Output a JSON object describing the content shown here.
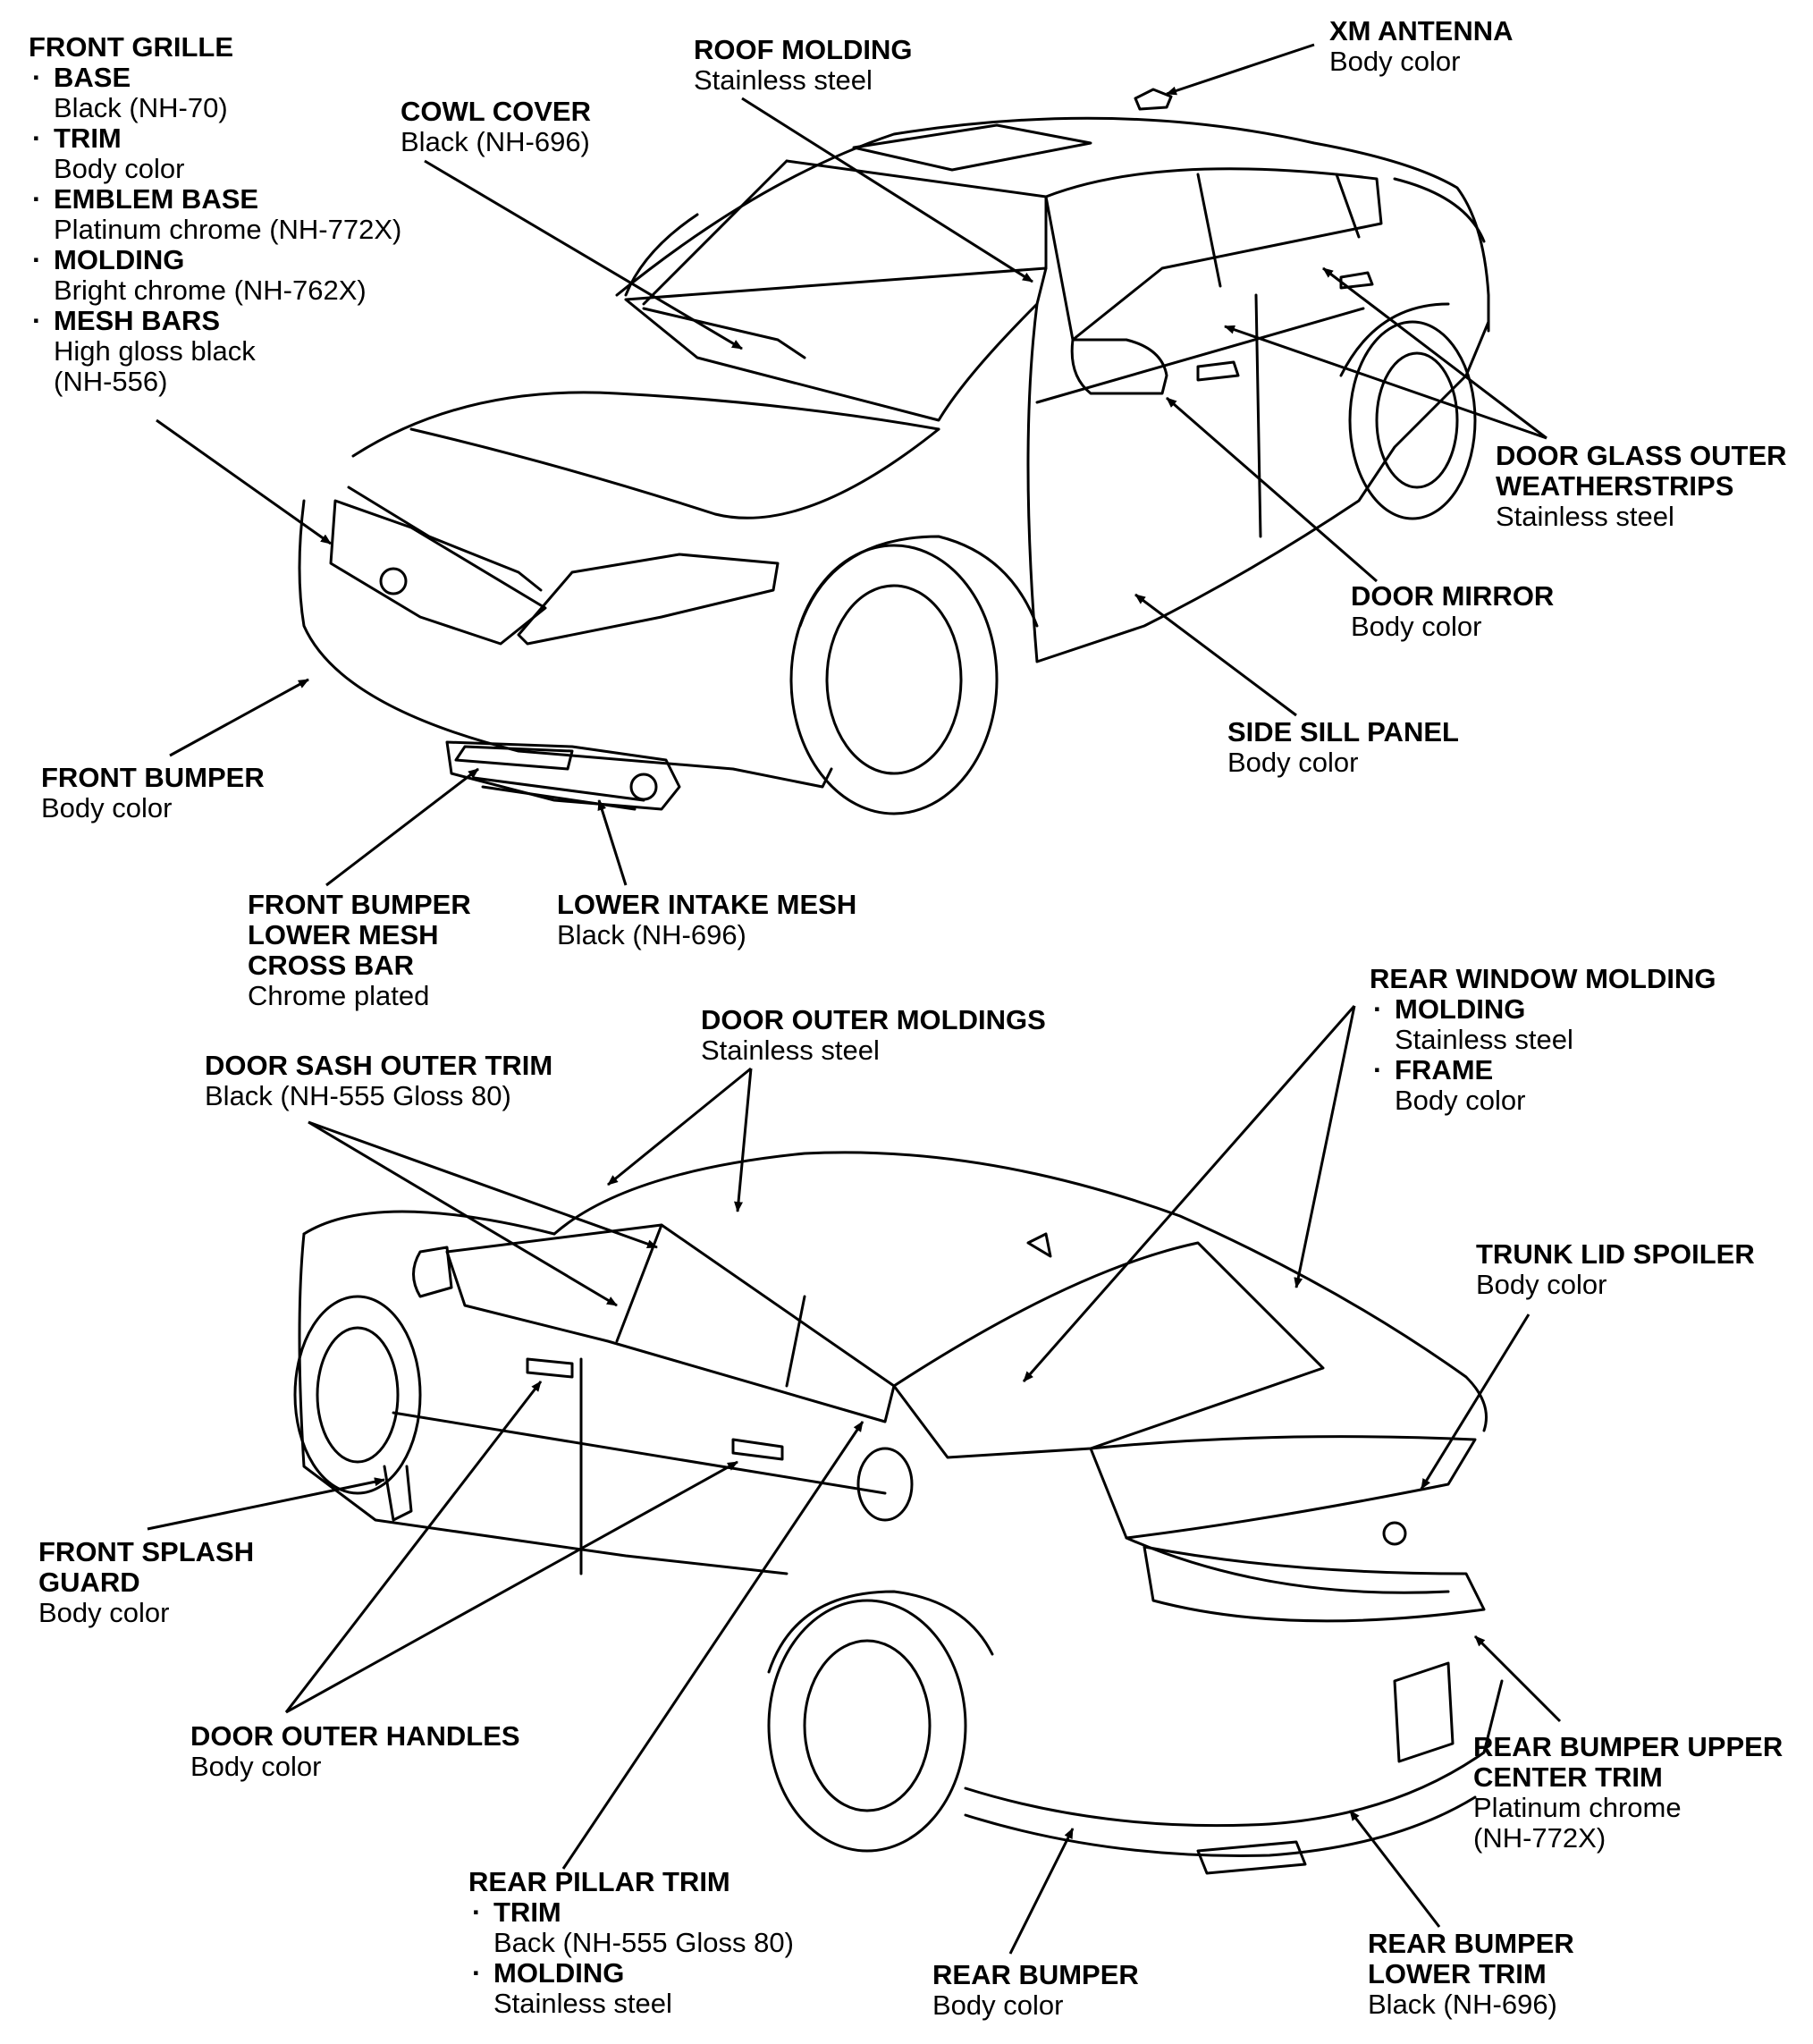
{
  "labels": {
    "front_grille": {
      "title": "FRONT GRILLE",
      "items": [
        {
          "name": "BASE",
          "desc": "Black (NH-70)"
        },
        {
          "name": "TRIM",
          "desc": "Body color"
        },
        {
          "name": "EMBLEM BASE",
          "desc": "Platinum chrome (NH-772X)"
        },
        {
          "name": "MOLDING",
          "desc": "Bright chrome (NH-762X)"
        },
        {
          "name": "MESH BARS",
          "desc": "High gloss black",
          "desc2": "(NH-556)"
        }
      ]
    },
    "cowl_cover": {
      "title": "COWL COVER",
      "desc": "Black (NH-696)"
    },
    "roof_molding": {
      "title": "ROOF MOLDING",
      "desc": "Stainless steel"
    },
    "xm_antenna": {
      "title": "XM ANTENNA",
      "desc": "Body color"
    },
    "door_glass": {
      "title1": "DOOR GLASS OUTER",
      "title2": "WEATHERSTRIPS",
      "desc": "Stainless steel"
    },
    "door_mirror": {
      "title": "DOOR MIRROR",
      "desc": "Body color"
    },
    "side_sill": {
      "title": "SIDE SILL PANEL",
      "desc": "Body color"
    },
    "front_bumper": {
      "title": "FRONT BUMPER",
      "desc": "Body color"
    },
    "lower_mesh_cross_bar": {
      "title1": "FRONT BUMPER",
      "title2": "LOWER MESH",
      "title3": "CROSS BAR",
      "desc": "Chrome plated"
    },
    "lower_intake_mesh": {
      "title": "LOWER INTAKE MESH",
      "desc": "Black (NH-696)"
    },
    "door_outer_moldings": {
      "title": "DOOR OUTER MOLDINGS",
      "desc": "Stainless steel"
    },
    "door_sash_outer_trim": {
      "title": "DOOR SASH OUTER TRIM",
      "desc": "Black (NH-555 Gloss 80)"
    },
    "rear_window_molding": {
      "title": "REAR WINDOW MOLDING",
      "items": [
        {
          "name": "MOLDING",
          "desc": "Stainless steel"
        },
        {
          "name": "FRAME",
          "desc": "Body color"
        }
      ]
    },
    "trunk_lid_spoiler": {
      "title": "TRUNK LID SPOILER",
      "desc": "Body color"
    },
    "front_splash_guard": {
      "title1": "FRONT SPLASH",
      "title2": "GUARD",
      "desc": "Body color"
    },
    "door_outer_handles": {
      "title": "DOOR OUTER HANDLES",
      "desc": "Body color"
    },
    "rear_bumper_upper": {
      "title1": "REAR BUMPER UPPER",
      "title2": "CENTER TRIM",
      "desc": "Platinum chrome",
      "desc2": "(NH-772X)"
    },
    "rear_pillar_trim": {
      "title": "REAR PILLAR TRIM",
      "items": [
        {
          "name": "TRIM",
          "desc": "Back (NH-555 Gloss 80)"
        },
        {
          "name": "MOLDING",
          "desc": "Stainless steel"
        }
      ]
    },
    "rear_bumper": {
      "title": "REAR BUMPER",
      "desc": "Body color"
    },
    "rear_bumper_lower": {
      "title1": "REAR BUMPER",
      "title2": "LOWER TRIM",
      "desc": "Black (NH-696)"
    }
  },
  "bullet": "·"
}
